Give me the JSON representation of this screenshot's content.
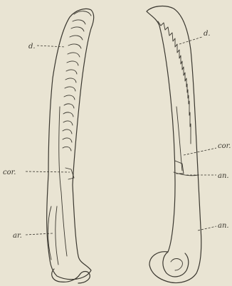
{
  "figure": {
    "left_jaw": {
      "labels": {
        "dentary": "d.",
        "coronoid": "cor.",
        "articular": "ar."
      }
    },
    "right_jaw": {
      "labels": {
        "dentary": "d.",
        "coronoid": "cor.",
        "angular_1": "an.",
        "angular_2": "an."
      }
    }
  }
}
